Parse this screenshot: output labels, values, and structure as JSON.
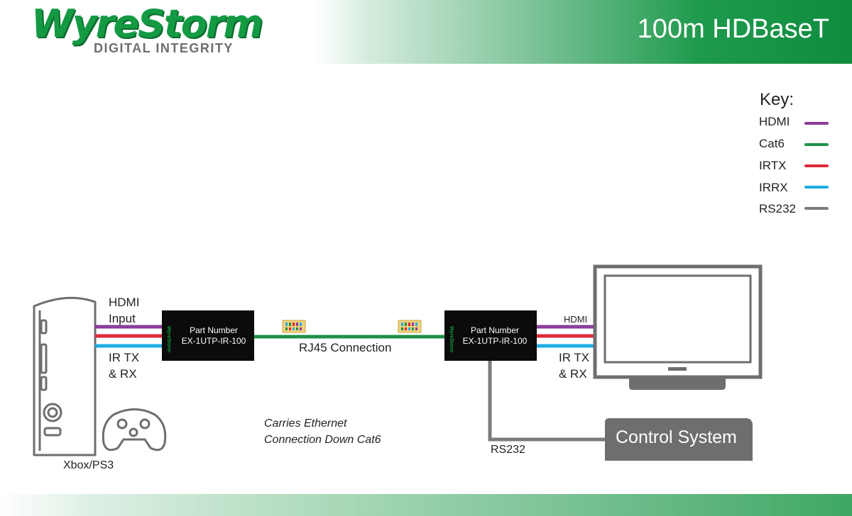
{
  "header": {
    "logo_text": "WyreStorm",
    "logo_tagline": "DIGITAL INTEGRITY",
    "title": "100m HDBaseT"
  },
  "key": {
    "title": "Key:",
    "items": [
      {
        "label": "HDMI",
        "color": "#8b3d98"
      },
      {
        "label": "Cat6",
        "color": "#1c9348"
      },
      {
        "label": "IRTX",
        "color": "#e0293a"
      },
      {
        "label": "IRRX",
        "color": "#1eaee4"
      },
      {
        "label": "RS232",
        "color": "#7a7b7d"
      }
    ]
  },
  "diagram": {
    "source_label": "Xbox/PS3",
    "hdmi_input_line1": "HDMI",
    "hdmi_input_line2": "Input",
    "ir_left_line1": "IR TX",
    "ir_left_line2": "& RX",
    "tx_box": {
      "line1": "Part Number",
      "line2": "EX-1UTP-IR-100",
      "brand": "WyreStorm"
    },
    "rx_box": {
      "line1": "Part Number",
      "line2": "EX-1UTP-IR-100",
      "brand": "WyreStorm"
    },
    "rj45_label": "RJ45 Connection",
    "hdmi_right": "HDMI",
    "ir_right_line1": "IR TX",
    "ir_right_line2": "& RX",
    "note_line1": "Carries Ethernet",
    "note_line2": "Connection Down Cat6",
    "rs232_label": "RS232",
    "control_system": "Control System"
  }
}
